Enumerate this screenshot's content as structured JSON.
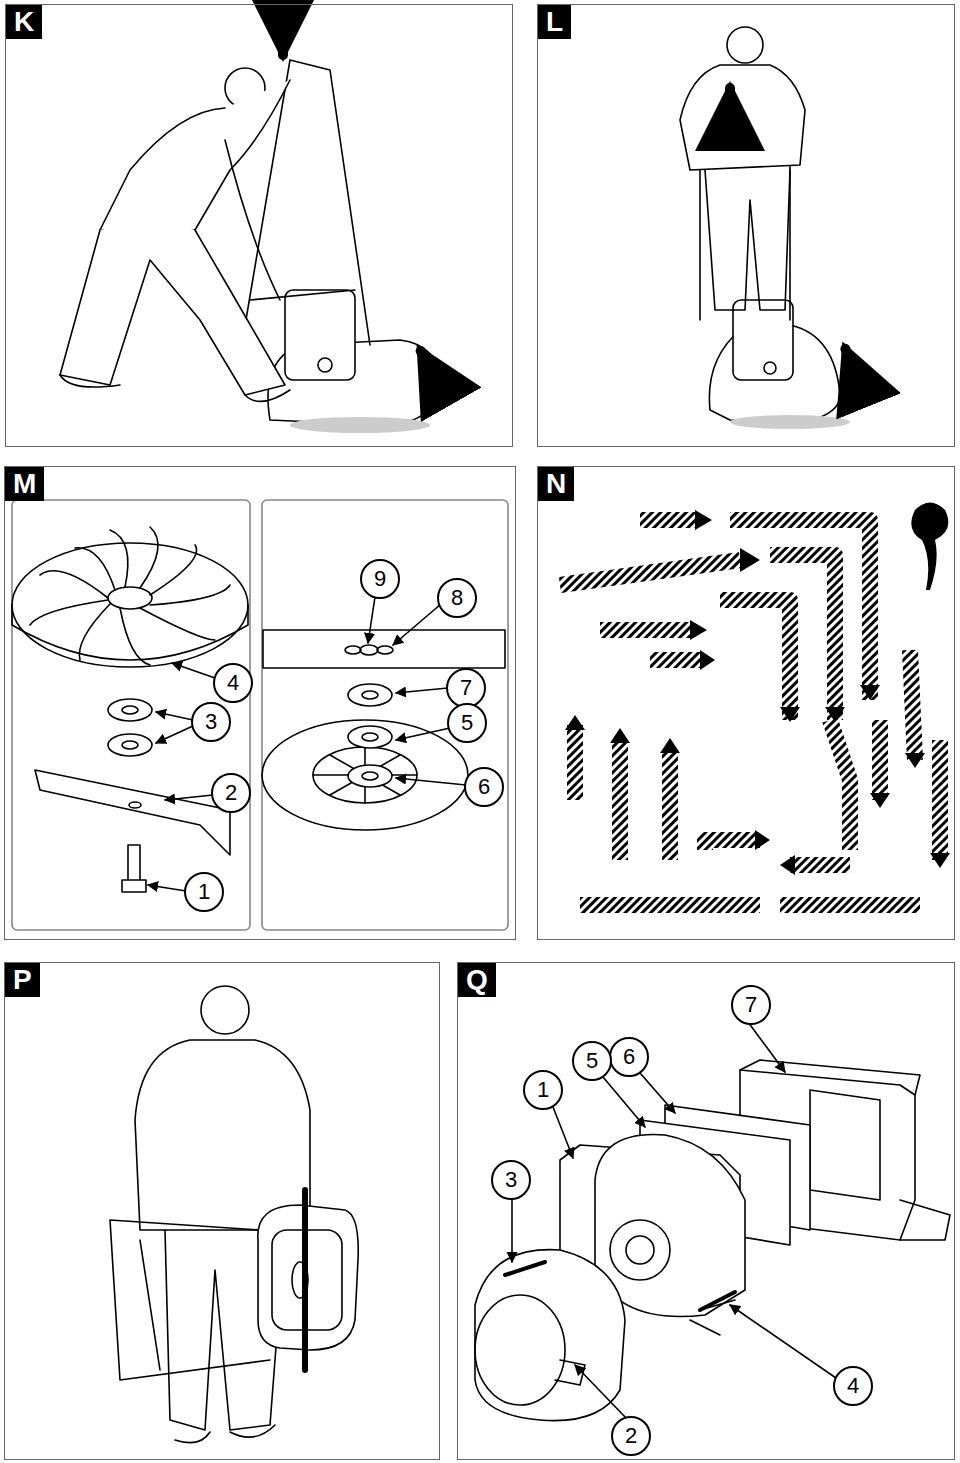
{
  "diagram": {
    "nodes": [
      {
        "text": [
          "K"
        ]
      },
      {
        "text": [
          "L"
        ]
      },
      {
        "text": [
          "M"
        ]
      },
      {
        "text": [
          "N"
        ]
      },
      {
        "text": [
          "P"
        ]
      },
      {
        "text": [
          "Q"
        ]
      }
    ],
    "labels": [
      "4",
      "3",
      "2",
      "1",
      "9",
      "8",
      "7",
      "5",
      "6",
      "7",
      "6",
      "5",
      "1",
      "3",
      "4",
      "2"
    ]
  }
}
